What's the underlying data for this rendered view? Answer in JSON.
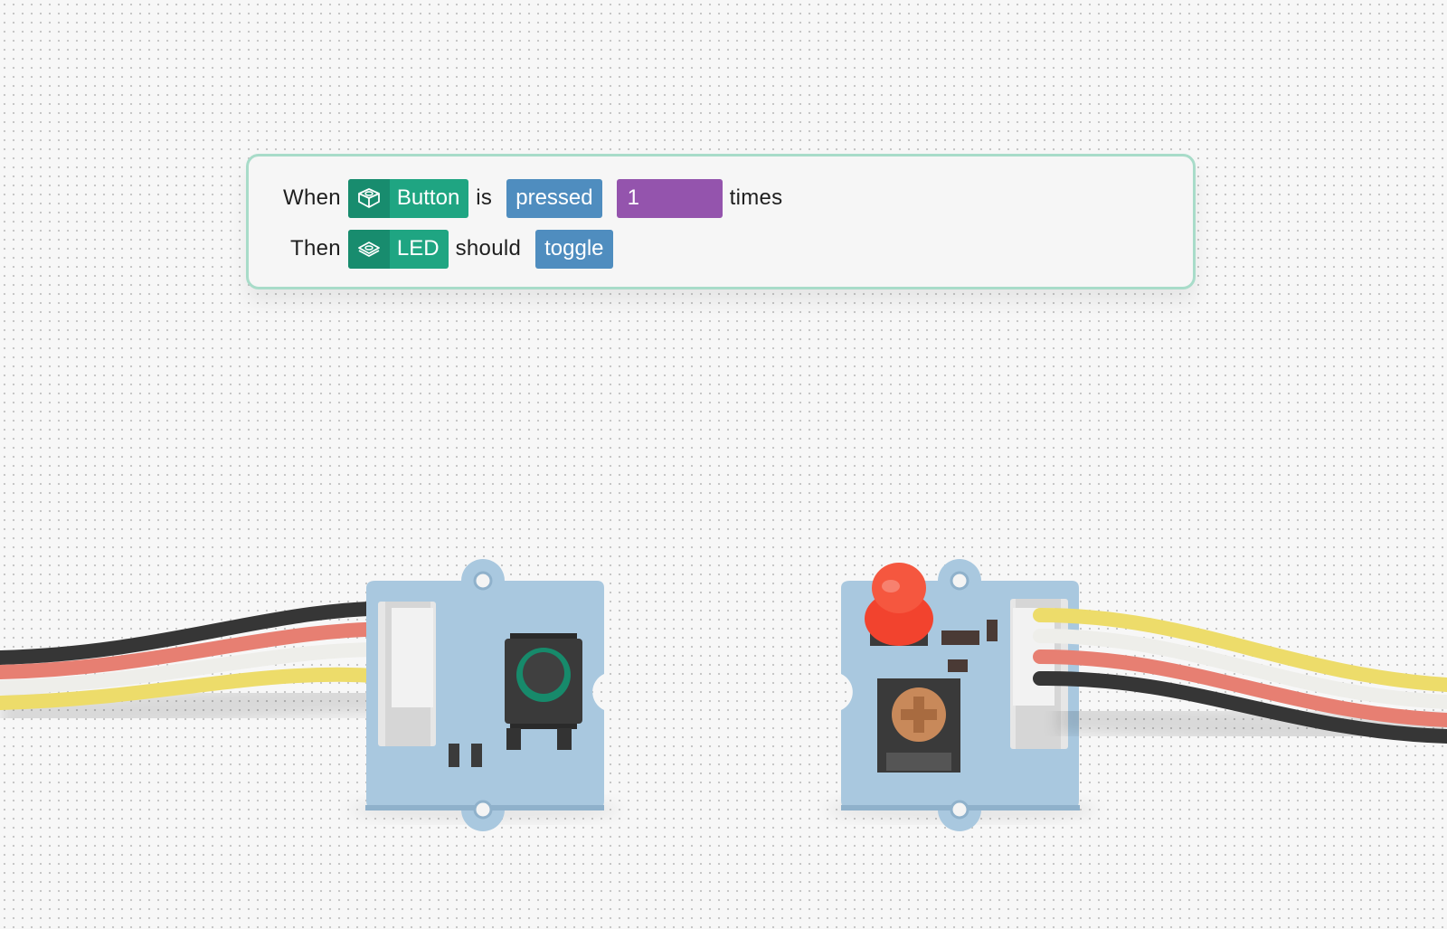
{
  "rule": {
    "when_word": "When",
    "trigger_device": {
      "label": "Button",
      "icon": "button-module-icon"
    },
    "is_word": "is",
    "trigger_state": "pressed",
    "count_value": "1",
    "times_word": "times",
    "then_word": "Then",
    "target_device": {
      "label": "LED",
      "icon": "led-module-icon"
    },
    "should_word": "should",
    "target_action": "toggle"
  },
  "colors": {
    "device_chip": "#1fa582",
    "action_chip": "#4f8dbf",
    "number_chip": "#9454ad",
    "card_border": "#a8dcc9",
    "board": "#a9c8df",
    "led": "#f2432e"
  },
  "scene": {
    "modules": [
      "button-module",
      "led-module"
    ],
    "cable_colors": [
      "black",
      "red",
      "white",
      "yellow"
    ]
  }
}
